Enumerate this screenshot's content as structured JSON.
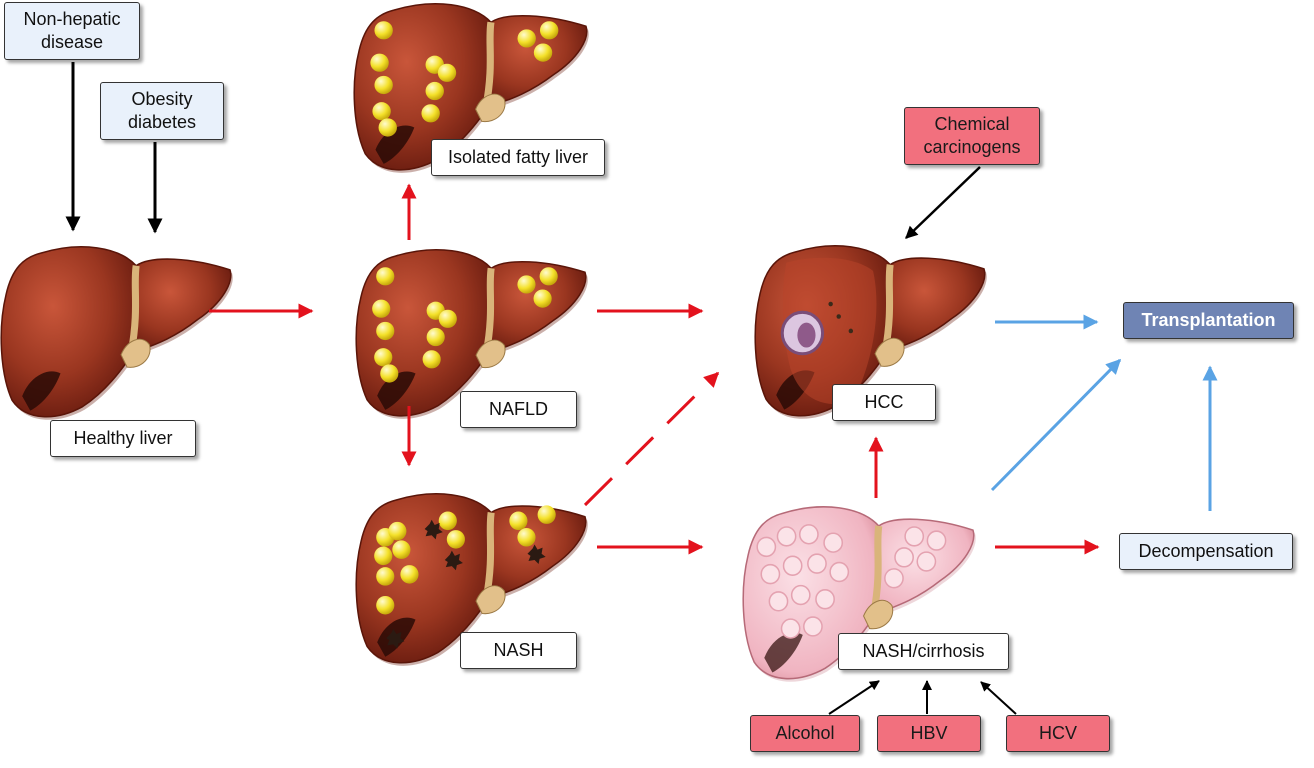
{
  "colors": {
    "progression_arrow": "#e3121d",
    "treatment_arrow": "#5aa3e4",
    "cause_arrow": "#000000",
    "liver": "#8c2b1a",
    "fat_droplet": "#f4e12a",
    "cirrhotic_liver": "#f1b9c4",
    "box_blue": "#e9f1fb",
    "box_pink": "#f2707e",
    "box_dark": "#6f84b4"
  },
  "labels": {
    "non_hepatic": "Non-hepatic\ndisease",
    "obesity": "Obesity\ndiabetes",
    "healthy": "Healthy liver",
    "isolated": "Isolated fatty liver",
    "nafld": "NAFLD",
    "nash": "NASH",
    "chemical": "Chemical\ncarcinogens",
    "hcc": "HCC",
    "cirrhosis": "NASH/cirrhosis",
    "alcohol": "Alcohol",
    "hbv": "HBV",
    "hcv": "HCV",
    "transplantation": "Transplantation",
    "decompensation": "Decompensation"
  },
  "livers": {
    "healthy": "normal",
    "isolated": "fatty",
    "nafld": "fatty",
    "nash": "fatty-inflamed",
    "hcc": "tumor",
    "cirrhosis": "cirrhotic"
  }
}
